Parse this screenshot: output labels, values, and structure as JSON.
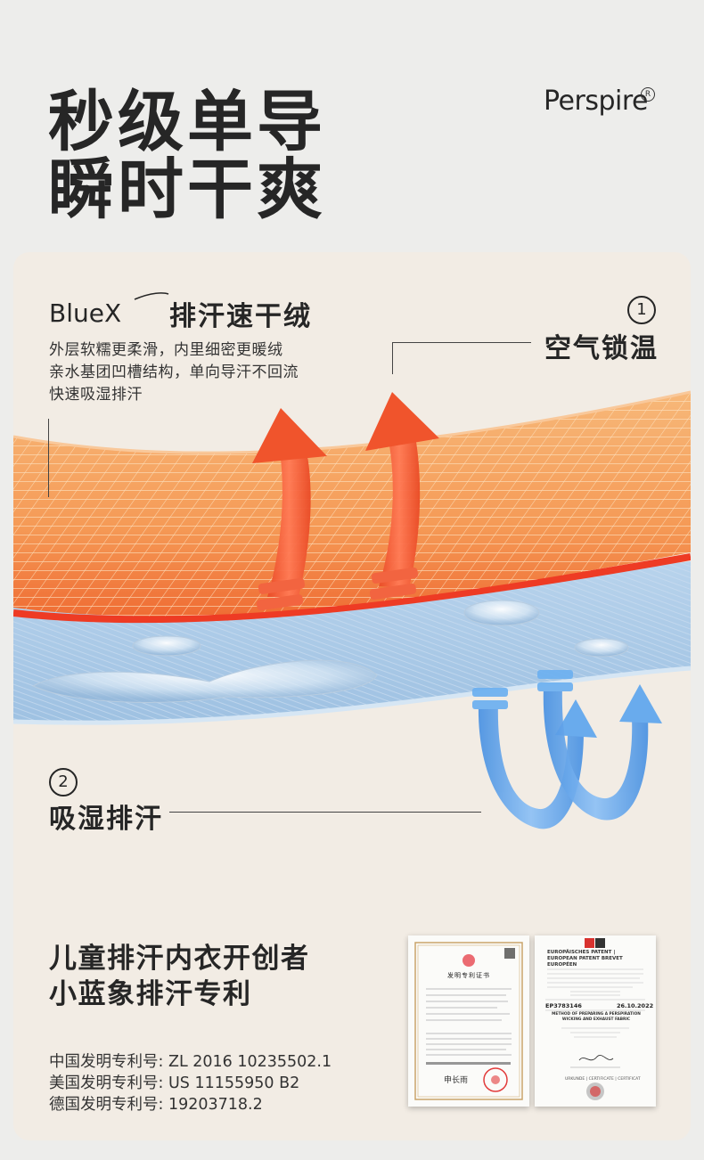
{
  "header": {
    "title_line1": "秒级单导",
    "title_line2": "瞬时干爽",
    "brand": "Perspire",
    "brand_registered": "R"
  },
  "fabric": {
    "logo_text": "BlueX",
    "name": "排汗速干绒",
    "description": [
      "外层软糯更柔滑，内里细密更暖绒",
      "亲水基团凹槽结构，单向导汗不回流",
      "快速吸湿排汗"
    ]
  },
  "callouts": [
    {
      "number": "1",
      "title": "空气锁温"
    },
    {
      "number": "2",
      "title": "吸湿排汗"
    }
  ],
  "patent": {
    "heading_line1": "儿童排汗内衣开创者",
    "heading_line2": "小蓝象排汗专利",
    "numbers": [
      "中国发明专利号: ZL 2016 10235502.1",
      "美国发明专利号: US 11155950 B2",
      "德国发明专利号: 19203718.2"
    ]
  },
  "certificates": {
    "cn": {
      "title": "发明专利证书"
    },
    "eu": {
      "title": "EUROPÄISCHES PATENT | EUROPEAN PATENT BREVET EUROPÉEN",
      "number": "EP3783146",
      "date": "26.10.2022",
      "method": "METHOD OF PREPARING A PERSPIRATION WICKING AND EXHAUST FABRIC",
      "footer": "URKUNDE | CERTIFICATE | CERTIFICAT"
    }
  },
  "colors": {
    "background": "#ededeb",
    "panel": "#f2ece4",
    "warm_layer": "#f6a660",
    "warm_arrow": "#f2552f",
    "cool_layer": "#a9c9e6",
    "cool_arrow": "#5aa2ea",
    "text": "#262626"
  }
}
